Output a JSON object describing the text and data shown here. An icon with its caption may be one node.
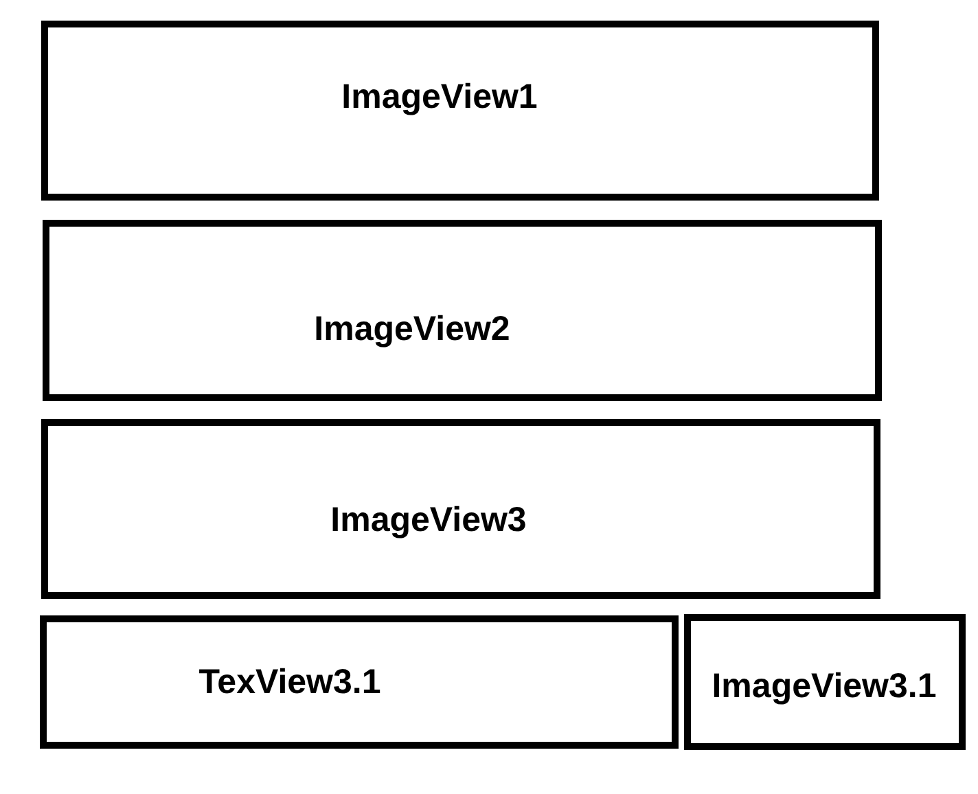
{
  "diagram": {
    "nodes": [
      {
        "text": [
          "ImageView1"
        ]
      },
      {
        "text": [
          "ImageView2"
        ]
      },
      {
        "text": [
          "ImageView3"
        ]
      },
      {
        "text": [
          "TexView3.1"
        ]
      },
      {
        "text": [
          "ImageView3.1"
        ]
      }
    ]
  }
}
